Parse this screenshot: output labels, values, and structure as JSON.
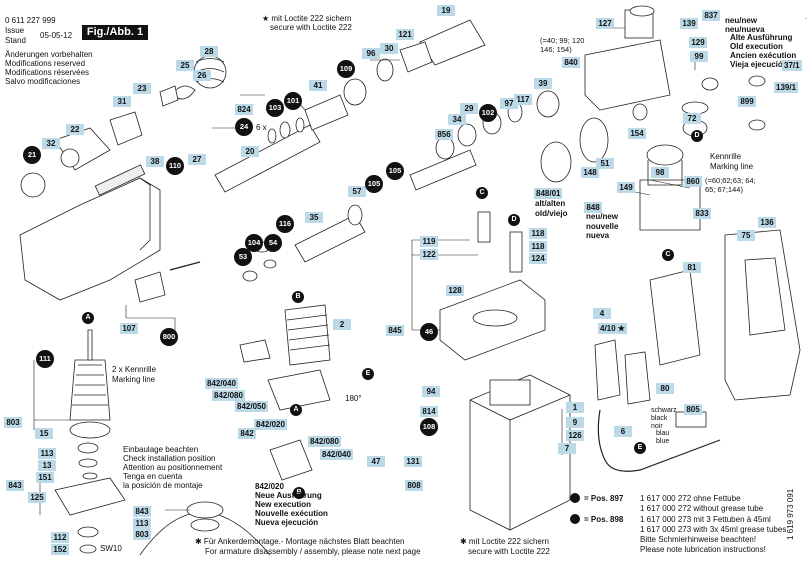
{
  "header": {
    "part_no": "0 611 227 999",
    "issue_label": "Issue\nStand",
    "issue_date": "05-05-12",
    "fig_label": "Fig./Abb. 1",
    "modifications": [
      "Änderungen vorbehalten",
      "Modifications reserved",
      "Modifications réservées",
      "Salvo modificaciones"
    ]
  },
  "loctite_top": [
    "★ mit Loctite 222 sichern",
    "secure with Loctite 222"
  ],
  "execution_notes": {
    "new": [
      "neu/new",
      "neu/nueva"
    ],
    "old": [
      "Alte Ausführung",
      "Old execution",
      "Ancien exécution",
      "Vieja ejecución"
    ]
  },
  "labels": {
    "l19": "19",
    "l28": "28",
    "l25": "25",
    "l26": "26",
    "l23": "23",
    "l31": "31",
    "l22": "22",
    "l32": "32",
    "l824": "824",
    "l6x": "6 x",
    "l121": "121",
    "l30": "30",
    "l96": "96",
    "l41": "41",
    "l20": "20",
    "l127": "127",
    "l837": "837",
    "l139": "139",
    "l129": "129",
    "l840": "840",
    "l99": "99",
    "l37_1": "37/1",
    "l39": "39",
    "l117": "117",
    "l139_1": "139/1",
    "l899": "899",
    "l154": "154",
    "l72": "72",
    "l856": "856",
    "l34": "34",
    "l29": "29",
    "l97": "97",
    "l38": "38",
    "l27": "27",
    "l57": "57",
    "l51": "51",
    "l148": "148",
    "l98": "98",
    "l860": "860",
    "l848_01": "848/01",
    "l149": "149",
    "l848": "848",
    "l833": "833",
    "l35": "35",
    "l119": "119",
    "l122": "122",
    "l118a": "118",
    "l118b": "118",
    "l124": "124",
    "l136": "136",
    "l75": "75",
    "l128": "128",
    "l81": "81",
    "l845": "845",
    "l2": "2",
    "l107": "107",
    "l4": "4",
    "l4_10": "4/10 ★",
    "l803": "803",
    "l15": "15",
    "l113": "113",
    "l13": "13",
    "l151": "151",
    "l842_040a": "842/040",
    "l842_080": "842/080",
    "l842_050": "842/050",
    "l80": "80",
    "l94": "94",
    "l814": "814",
    "l842_020": "842/020",
    "l842": "842",
    "l842_080b": "842/080",
    "l842_040b": "842/040",
    "l47": "47",
    "l1": "1",
    "l9": "9",
    "l126": "126",
    "l7": "7",
    "l805": "805",
    "l6": "6",
    "l131": "131",
    "l808": "808",
    "l843": "843",
    "l125": "125",
    "l112": "112",
    "l152": "152",
    "l843b": "843",
    "l113b": "113",
    "l803b": "803"
  },
  "circles": {
    "c21": "21",
    "c24": "24",
    "c103": "103",
    "c101": "101",
    "c109": "109",
    "c102": "102",
    "c110": "110",
    "c105": "105",
    "c105b": "105",
    "c116": "116",
    "c104": "104",
    "c54": "54",
    "c53": "53",
    "c800": "800",
    "c111": "111",
    "c46": "46",
    "c108": "108"
  },
  "callouts": {
    "A": "A",
    "B": "B",
    "C": "C",
    "D": "D",
    "E": "E"
  },
  "notes": {
    "alt_range": "(=40; 99; 120\n146; 154)",
    "kennrille_top": "2 x Kennrille\nMarking line",
    "kennrille_right": "Kennrille\nMarking line",
    "r860": "(=60;62;63; 64;\n65; 67;144)",
    "alt_old": "alt/alten\nold/viejo",
    "neu_new": "neu/new\nnouvelle\nnueva",
    "install": [
      "Einbaulage beachten",
      "Check installation position",
      "Attention au positionnement",
      "Tenga en cuenta",
      "la posición de montaje"
    ],
    "deg180": "180°",
    "sw10": "SW10",
    "colors": "schwarz\nblack\nnoir",
    "blue": "blau\nblue",
    "new_exec": [
      "842/020",
      "Neue Ausführung",
      "New execution",
      "Nouvelle exécution",
      "Nueva ejecución"
    ]
  },
  "grease": {
    "pos897": "= Pos. 897",
    "pos897_lines": [
      "1 617 000 272 ohne Fettube",
      "1 617 000 272 without grease tube"
    ],
    "pos898": "= Pos. 898",
    "pos898_lines": [
      "1 617 000 273 mit 3 Fettuben à 45ml",
      "1 617 000 273 with 3x 45ml grease tubes",
      "Bitte Schmierhinweise beachten!",
      "Please note lubrication instructions!"
    ]
  },
  "footer": {
    "line1": "✱ Für Ankerdemontage.- Montage nächstes Blatt beachten",
    "line2": "For armature disassembly / assembly, please note next page",
    "loctite1": "✱ mit Loctite 222 sichern",
    "loctite2": "secure with Loctite 222",
    "doc_no": "1 619 973 091"
  },
  "colors": {
    "label_bg": "#bcd9e8",
    "ink": "#111111"
  }
}
